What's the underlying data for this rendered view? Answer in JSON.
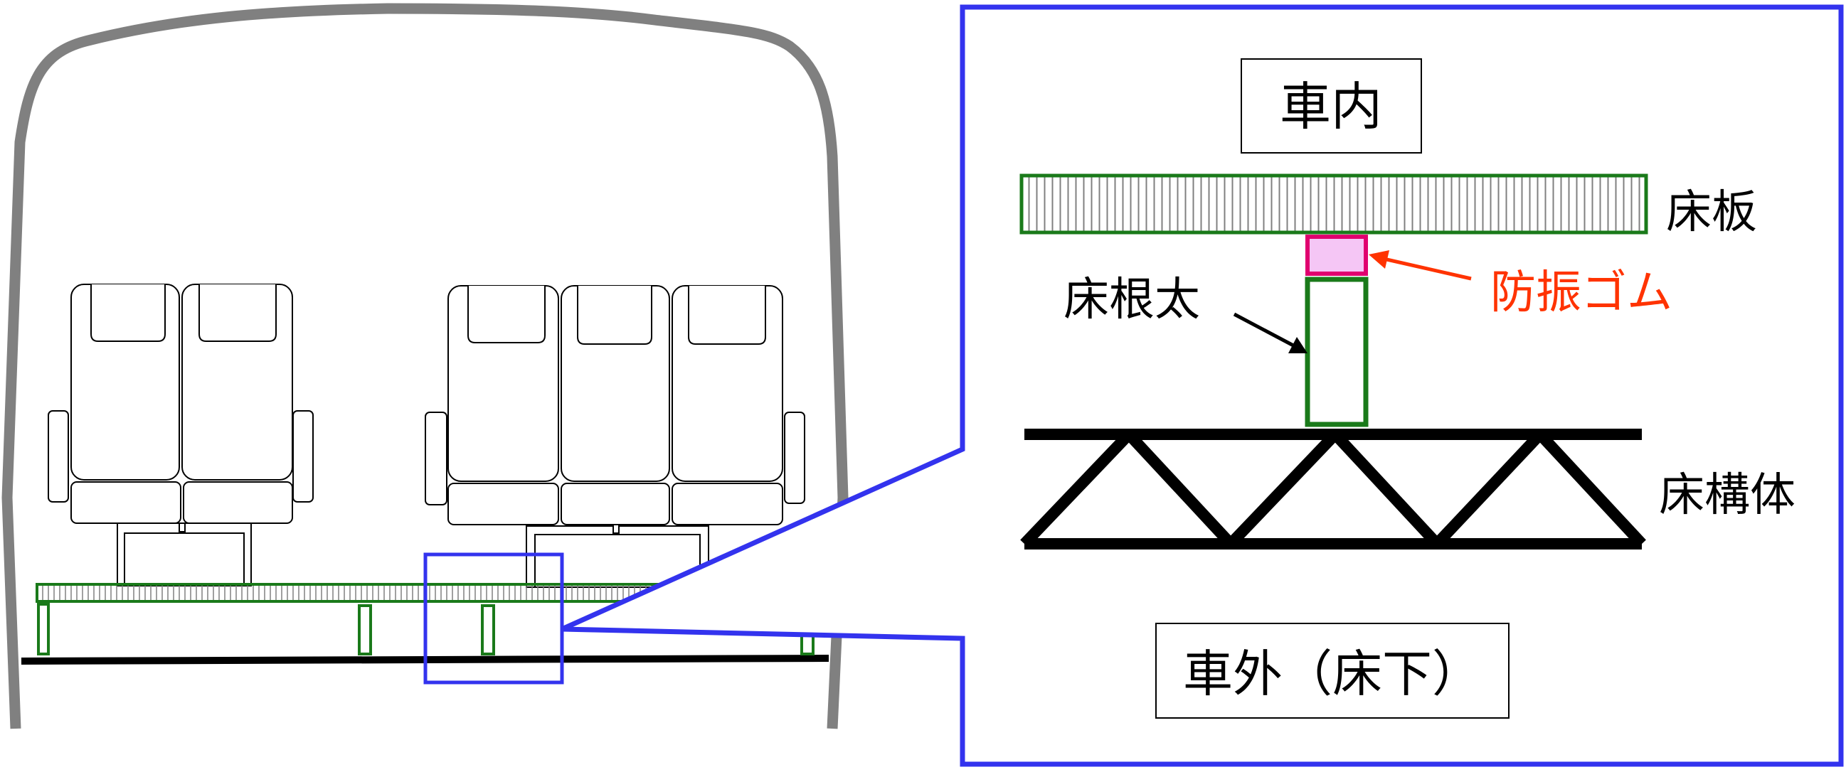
{
  "labels": {
    "interior": "車内",
    "floor_board": "床板",
    "floor_joist": "床根太",
    "anti_vibration_rubber": "防振ゴム",
    "floor_structure": "床構体",
    "exterior": "車外（床下）"
  },
  "colors": {
    "car_body": "#808080",
    "outline": "#000000",
    "floor_green": "#1a7a1a",
    "rubber_fill": "#f5c6f5",
    "rubber_stroke": "#e0006f",
    "callout_blue": "#3333ee",
    "rubber_label_red": "#ff3300",
    "background": "#ffffff"
  },
  "icons": {
    "joist_arrow": "arrow-right-down-icon",
    "rubber_arrow": "arrow-left-icon"
  }
}
